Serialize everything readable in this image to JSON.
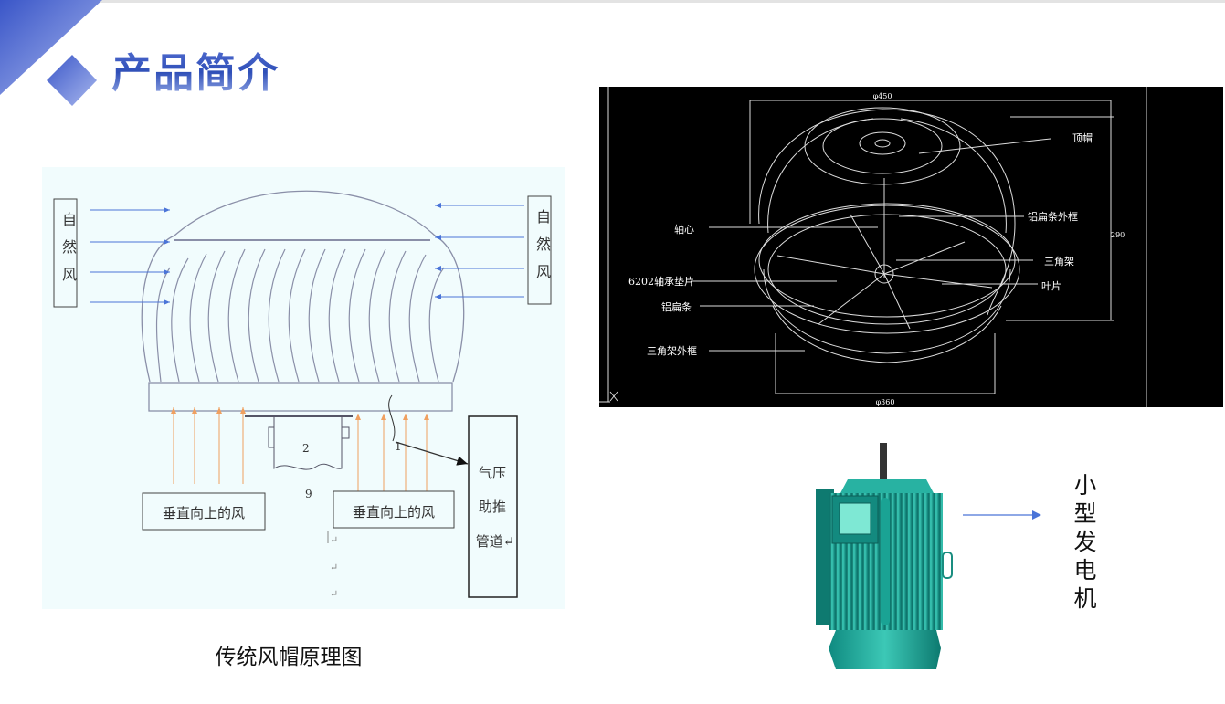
{
  "title": "产品简介",
  "left_diagram": {
    "natural_wind_left": "自然风",
    "natural_wind_right": "自然风",
    "vertical_wind_left": "垂直向上的风",
    "vertical_wind_right": "垂直向上的风",
    "duct_label": [
      "气压",
      "助推",
      "管道↵"
    ],
    "part_labels": [
      "1",
      "2",
      "9"
    ],
    "return_marks": [
      "↵",
      "↵",
      "↵"
    ],
    "caption": "传统风帽原理图"
  },
  "cad_drawing": {
    "dim_top": "φ450",
    "dim_bottom": "φ360",
    "dim_height": "290",
    "labels": {
      "top_cap": "顶帽",
      "blade_frame": "铝扁条外框",
      "axis": "轴心",
      "tripod": "三角架",
      "bearing": "6202轴承垫片",
      "blade": "叶片",
      "aluminum_strip": "铝扁条",
      "tripod_frame": "三角架外框"
    }
  },
  "generator": {
    "label": [
      "小",
      "型",
      "发",
      "电",
      "机"
    ]
  },
  "colors": {
    "accent": "#3552c4",
    "wind_blue": "#4a74d8",
    "wind_orange": "#f0a060",
    "motor": "#1fa89a"
  }
}
